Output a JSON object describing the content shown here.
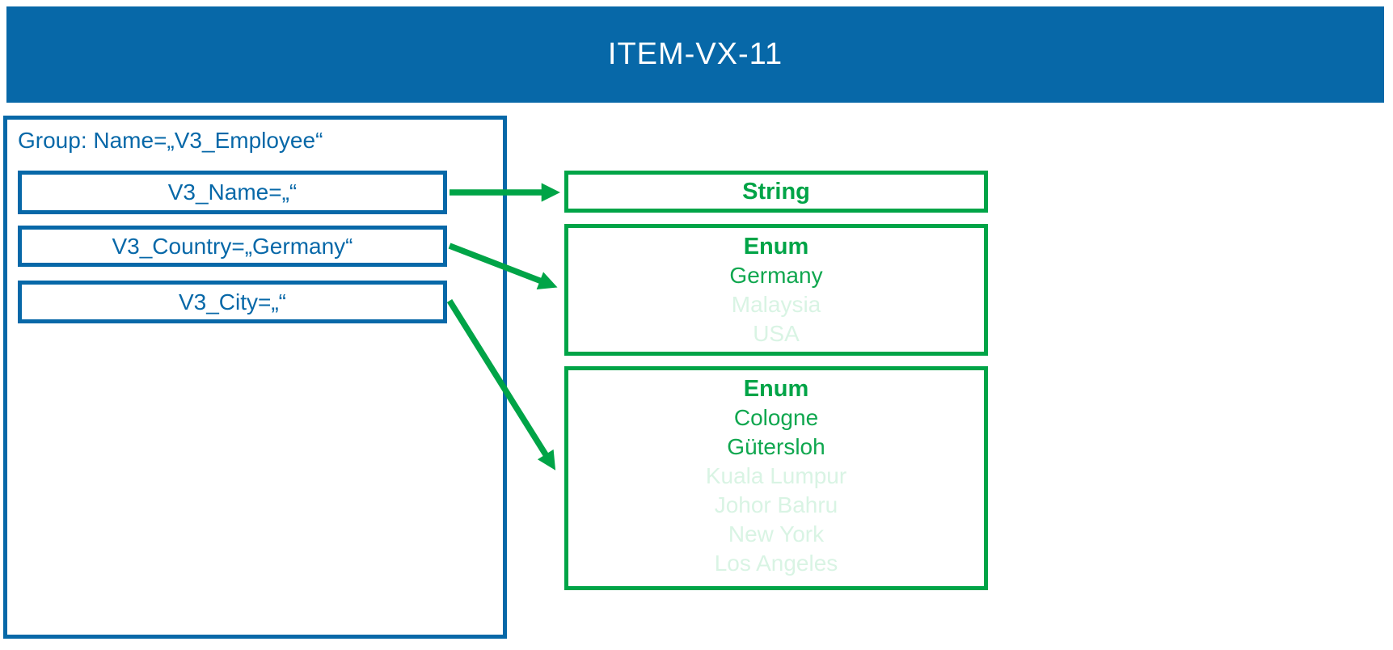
{
  "header": {
    "title": "ITEM-VX-11"
  },
  "group": {
    "label": "Group: Name=„V3_Employee“",
    "fields": [
      {
        "label": "V3_Name=„“"
      },
      {
        "label": "V3_Country=„Germany“"
      },
      {
        "label": "V3_City=„“"
      }
    ]
  },
  "types": [
    {
      "title": "String",
      "items": []
    },
    {
      "title": "Enum",
      "items": [
        {
          "label": "Germany",
          "active": true
        },
        {
          "label": "Malaysia",
          "active": false
        },
        {
          "label": "USA",
          "active": false
        }
      ]
    },
    {
      "title": "Enum",
      "items": [
        {
          "label": "Cologne",
          "active": true
        },
        {
          "label": "Gütersloh",
          "active": true
        },
        {
          "label": "Kuala Lumpur",
          "active": false
        },
        {
          "label": "Johor Bahru",
          "active": false
        },
        {
          "label": "New York",
          "active": false
        },
        {
          "label": "Los Angeles",
          "active": false
        }
      ]
    }
  ],
  "mappings": [
    {
      "from": "V3_Name",
      "to": "String"
    },
    {
      "from": "V3_Country",
      "to": "Enum (countries)"
    },
    {
      "from": "V3_City",
      "to": "Enum (cities)"
    }
  ],
  "colors": {
    "header_blue": "#0768a8",
    "border_blue": "#0768a8",
    "green": "#00a447",
    "faded_green": "#d9f4e4",
    "title_text": "#ffffff",
    "background": "#ffffff"
  }
}
